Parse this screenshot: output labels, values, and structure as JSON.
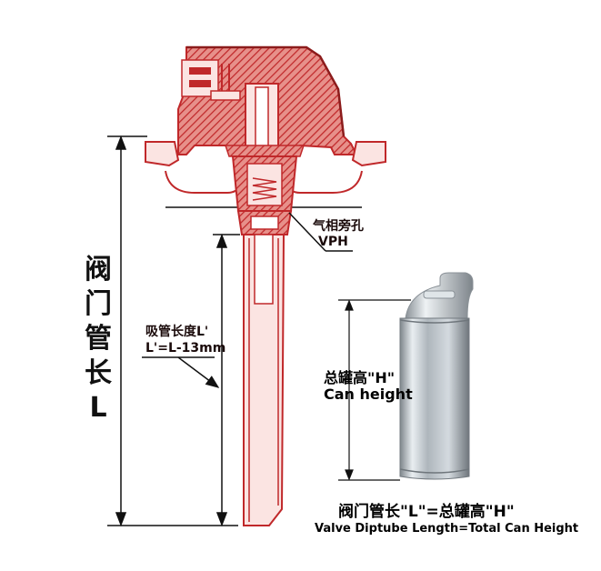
{
  "labels": {
    "valve_length_chars": [
      "阀",
      "门",
      "管",
      "长",
      "L"
    ],
    "vph_cn": "气相旁孔",
    "vph_en": "VPH",
    "dip_length": "吸管长度L'",
    "dip_formula": "L'=L-13mm",
    "can_height_cn": "总罐高\"H\"",
    "can_height_en": "Can height",
    "equation_cn": "阀门管长\"L\"=总罐高\"H\"",
    "equation_en": "Valve Diptube Length=Total Can Height"
  },
  "colors": {
    "valve_red": "#c0282a",
    "hatch_red": "#d54a45",
    "line_black": "#111111",
    "can_silver": "#bcc3c8"
  }
}
